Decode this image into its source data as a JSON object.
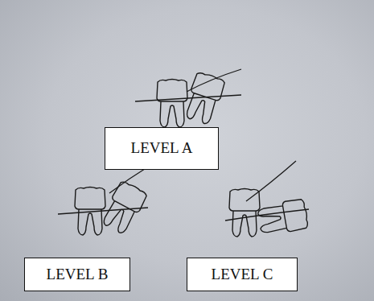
{
  "diagram": {
    "nodes": [
      {
        "text": [
          "LEVEL A"
        ]
      },
      {
        "text": [
          "LEVEL B"
        ]
      },
      {
        "text": [
          "LEVEL C"
        ]
      }
    ]
  }
}
